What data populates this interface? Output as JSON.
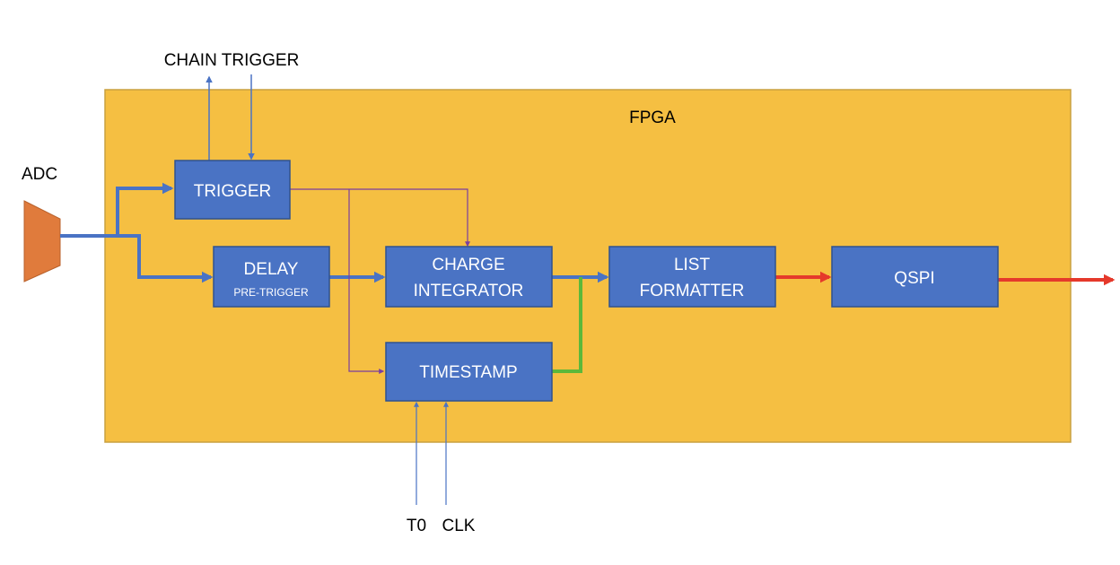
{
  "fpga": {
    "label": "FPGA",
    "fill": "#F5BF42",
    "stroke": "#C9A040"
  },
  "adc": {
    "label": "ADC",
    "fill": "#E07B3C"
  },
  "external_inputs": {
    "chain_trigger": "CHAIN TRIGGER",
    "t0": "T0",
    "clk": "CLK"
  },
  "blocks": {
    "trigger": {
      "line1": "TRIGGER"
    },
    "delay": {
      "line1": "DELAY",
      "line2": "PRE-TRIGGER"
    },
    "charge_integrator": {
      "line1": "CHARGE",
      "line2": "INTEGRATOR"
    },
    "timestamp": {
      "line1": "TIMESTAMP"
    },
    "list_formatter": {
      "line1": "LIST",
      "line2": "FORMATTER"
    },
    "qspi": {
      "line1": "QSPI"
    }
  },
  "colors": {
    "block_fill": "#4A73C4",
    "block_stroke": "#2F528F",
    "data_bus": "#4A73C4",
    "trigger_signal": "#7A3FA0",
    "timestamp_bus": "#5CB83A",
    "output_link": "#E5392B"
  }
}
